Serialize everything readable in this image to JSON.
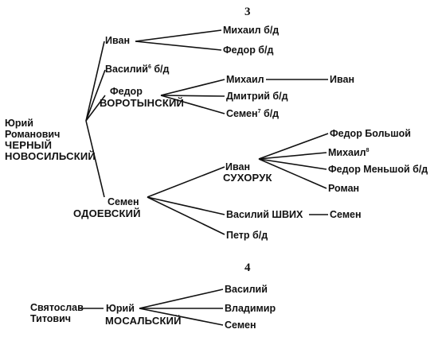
{
  "figure3": {
    "number": "3",
    "root": [
      "Юрий",
      "Романович",
      "ЧЕРНЫЙ",
      "НОВОСИЛЬСКИЙ"
    ],
    "ivan": "Иван",
    "mikhail_bd": "Михаил б/д",
    "fedor_bd": "Федор б/д",
    "vasiliy": "Василий",
    "vasiliy_note": "6",
    "vasiliy_bd": "б/д",
    "fedor": "Федор",
    "vorotynsky": "ВОРОТЫНСКИЙ",
    "mikhail": "Михаил",
    "ivan_grandson": "Иван",
    "dmitriy_bd": "Дмитрий б/д",
    "semen": "Семен",
    "semen_note": "7",
    "semen_bd": "б/д",
    "semen_son": "Семен",
    "odoevsky": "ОДОЕВСКИЙ",
    "ivan_s": "Иван",
    "sukhoruk": "СУХОРУК",
    "fedor_bolshoy": "Федор Большой",
    "mikhail_s": "Михаил",
    "mikhail_s_note": "8",
    "fedor_menshoy": "Федор Меньшой б/д",
    "roman": "Роман",
    "vasiliy_shvikh": "Василий ШВИХ",
    "semen_grandson": "Семен",
    "petr_bd": "Петр б/д"
  },
  "figure4": {
    "number": "4",
    "svyatoslav": [
      "Святослав",
      "Титович"
    ],
    "yuriy": "Юрий",
    "mosalsky": "МОСАЛЬСКИЙ",
    "vasiliy": "Василий",
    "vladimir": "Владимир",
    "semen": "Семен"
  }
}
